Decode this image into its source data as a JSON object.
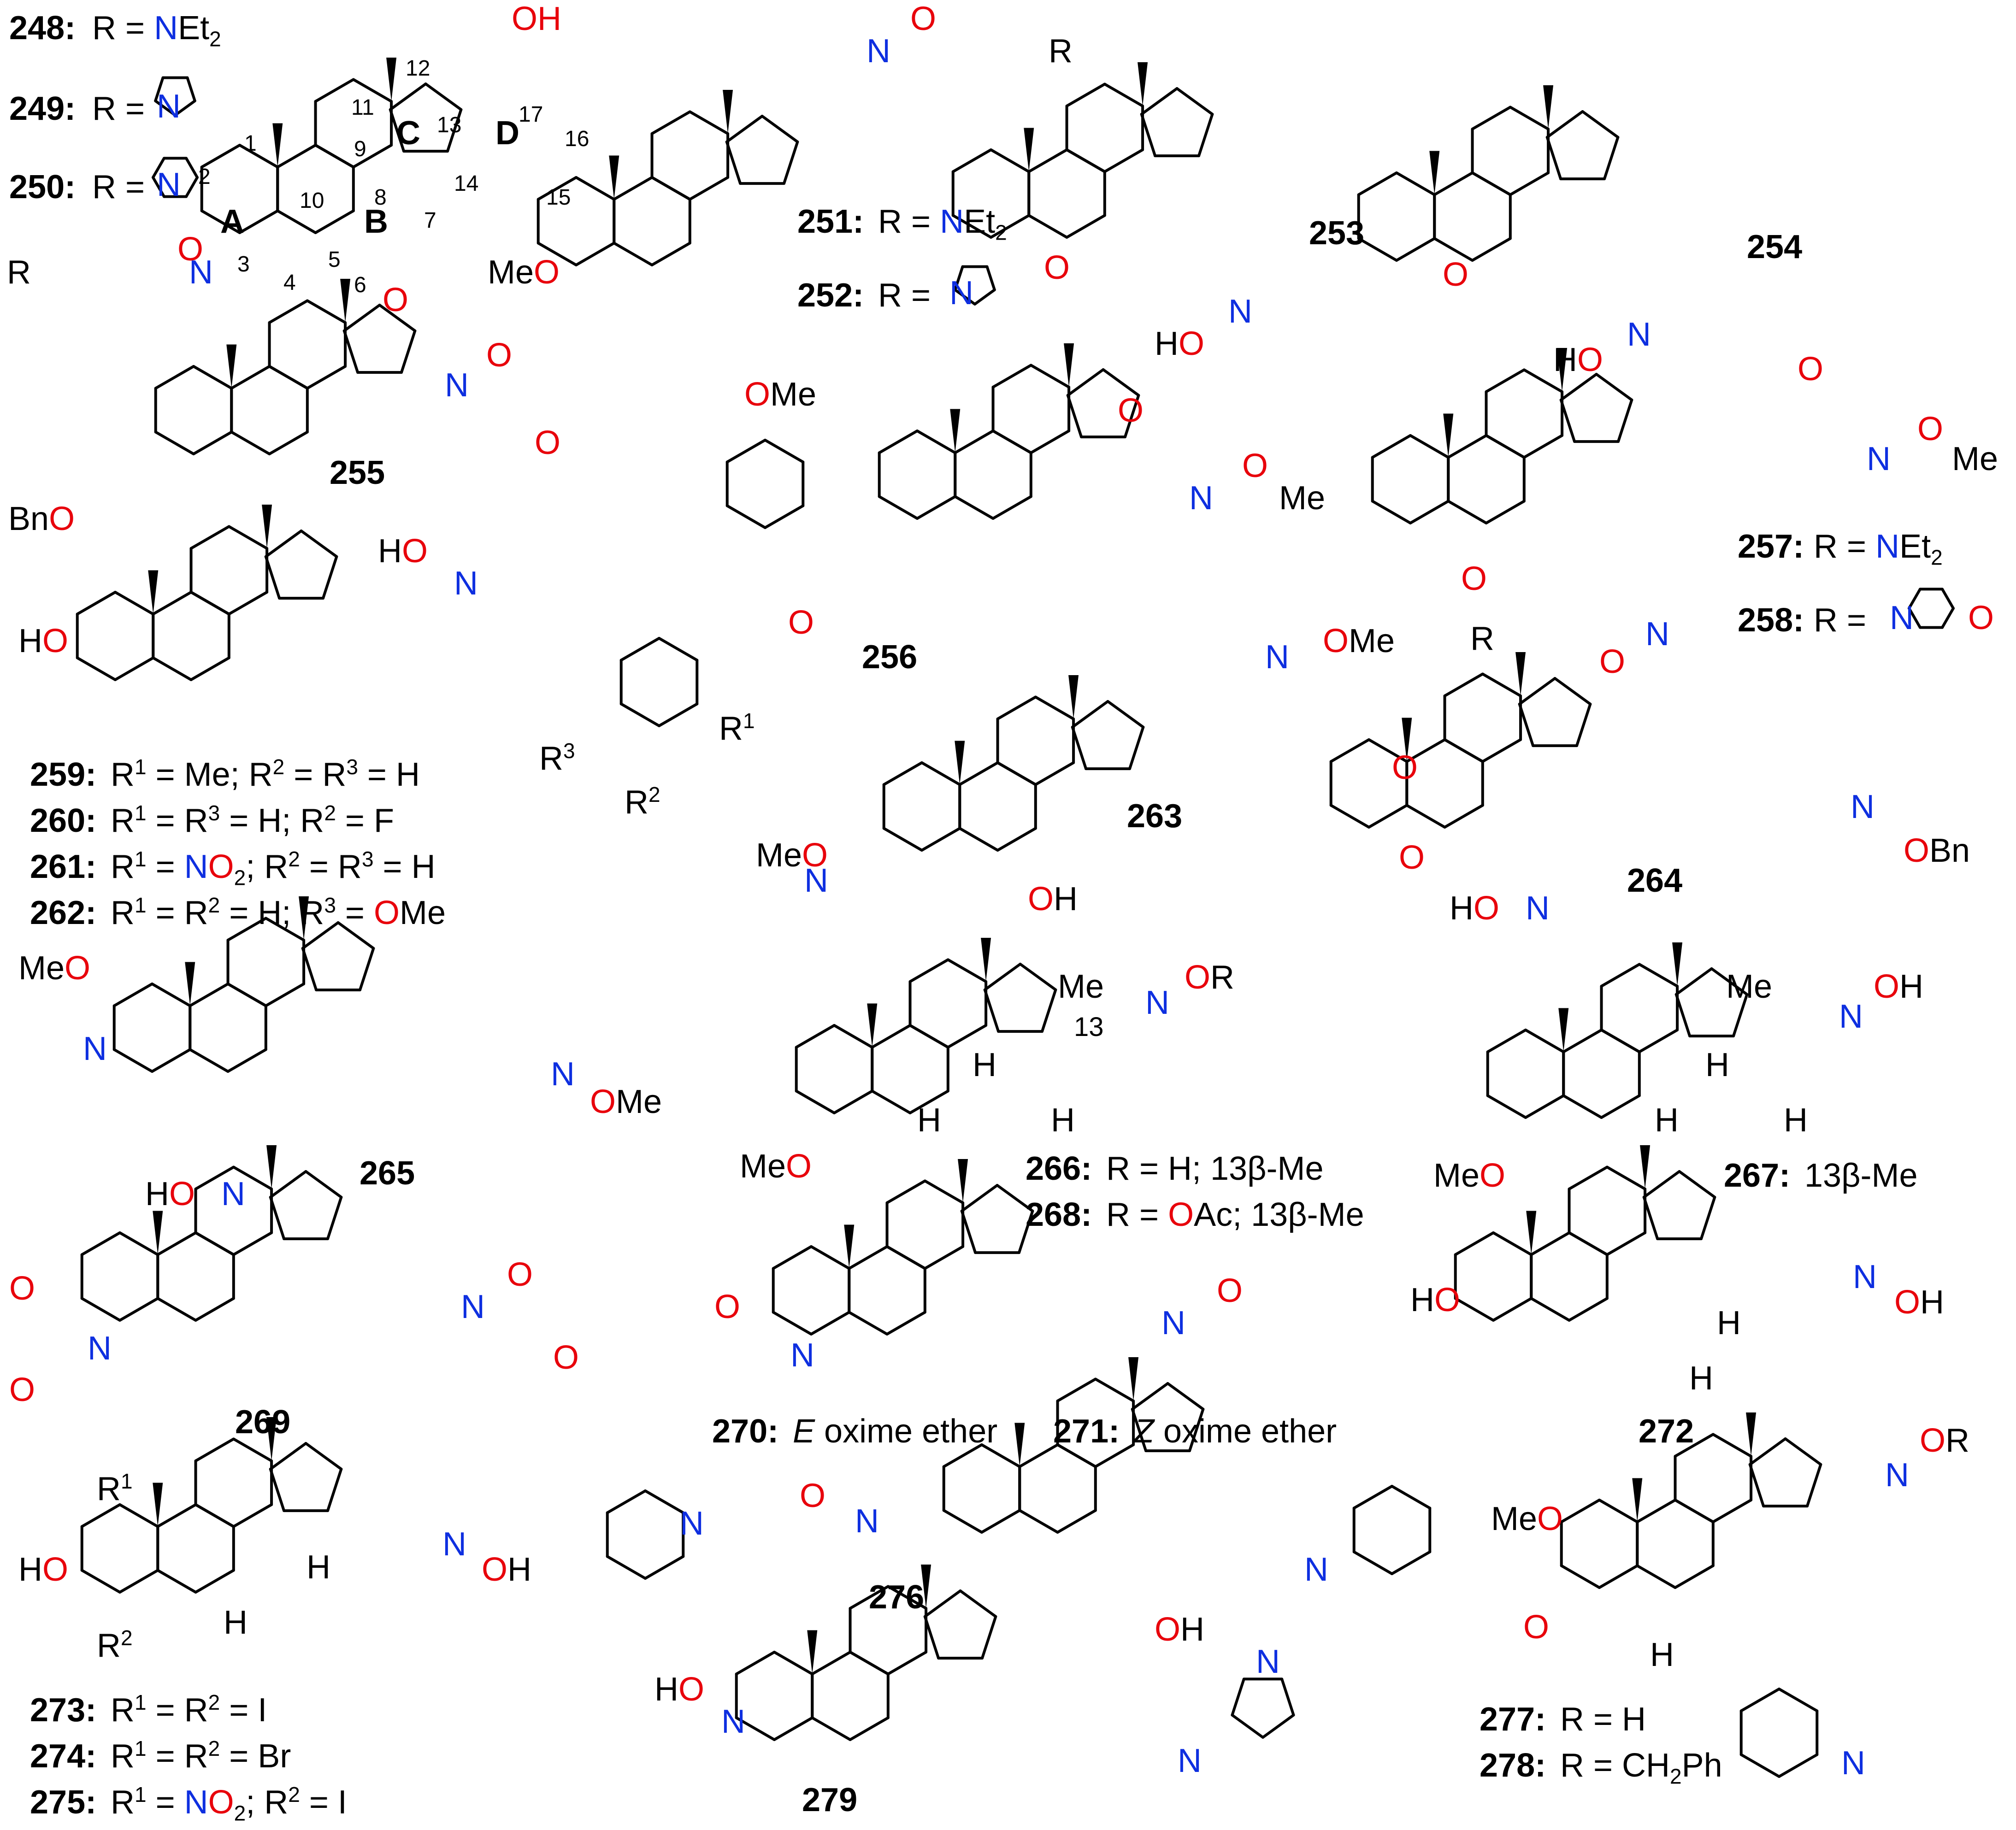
{
  "colors": {
    "oxygen": "#e8000b",
    "nitrogen": "#0e2fe0",
    "carbon_text": "#000000",
    "background": "#ffffff"
  },
  "compounds": [
    {
      "num": "248",
      "rest": "R = NEt₂"
    },
    {
      "num": "249",
      "rest": "R = N (pyrrolidinyl)"
    },
    {
      "num": "250",
      "rest": "R = N (piperidinyl)"
    },
    {
      "num": "251",
      "rest": "R = NEt₂"
    },
    {
      "num": "252",
      "rest": "R = N (pyrrolidinyl)"
    },
    {
      "num": "253",
      "rest": ""
    },
    {
      "num": "254",
      "rest": ""
    },
    {
      "num": "255",
      "rest": ""
    },
    {
      "num": "256",
      "rest": ""
    },
    {
      "num": "257",
      "rest": "R = NEt₂"
    },
    {
      "num": "258",
      "rest": "R = N (morpholinyl)"
    },
    {
      "num": "259",
      "rest": "R¹ = Me; R² = R³ = H"
    },
    {
      "num": "260",
      "rest": "R¹ = R³ = H; R² = F"
    },
    {
      "num": "261",
      "rest": "R¹ = NO₂; R² = R³ = H"
    },
    {
      "num": "262",
      "rest": "R¹ = R² = H; R³ = OMe"
    },
    {
      "num": "263",
      "rest": ""
    },
    {
      "num": "264",
      "rest": ""
    },
    {
      "num": "265",
      "rest": ""
    },
    {
      "num": "266",
      "rest": "R = H; 13β-Me"
    },
    {
      "num": "267",
      "rest": "13β-Me"
    },
    {
      "num": "268",
      "rest": "R = OAc; 13β-Me"
    },
    {
      "num": "269",
      "rest": ""
    },
    {
      "num": "270",
      "rest": "E oxime ether"
    },
    {
      "num": "271",
      "rest": "Z oxime ether"
    },
    {
      "num": "272",
      "rest": ""
    },
    {
      "num": "273",
      "rest": "R¹ = R² = I"
    },
    {
      "num": "274",
      "rest": "R¹ = R² = Br"
    },
    {
      "num": "275",
      "rest": "R¹ = NO₂; R² = I"
    },
    {
      "num": "276",
      "rest": ""
    },
    {
      "num": "277",
      "rest": "R = H"
    },
    {
      "num": "278",
      "rest": "R = CH₂Ph"
    },
    {
      "num": "279",
      "rest": ""
    }
  ],
  "ring_labels": [
    "A",
    "B",
    "C",
    "D"
  ],
  "locants": [
    "1",
    "2",
    "3",
    "4",
    "5",
    "6",
    "7",
    "8",
    "9",
    "10",
    "11",
    "12",
    "13",
    "14",
    "15",
    "16",
    "17",
    "13"
  ],
  "atom_labels": {
    "oh": "OH",
    "o": "O",
    "n": "N",
    "r": "R",
    "meo": "MeO",
    "me": "Me",
    "ho": "HO",
    "bno": "BnO",
    "obn": "OBn",
    "ome": "OMe",
    "or": "OR",
    "h": "H",
    "bn": "Bn",
    "r1": "R¹",
    "r2": "R²",
    "r3": "R³",
    "et2": "Et₂"
  }
}
